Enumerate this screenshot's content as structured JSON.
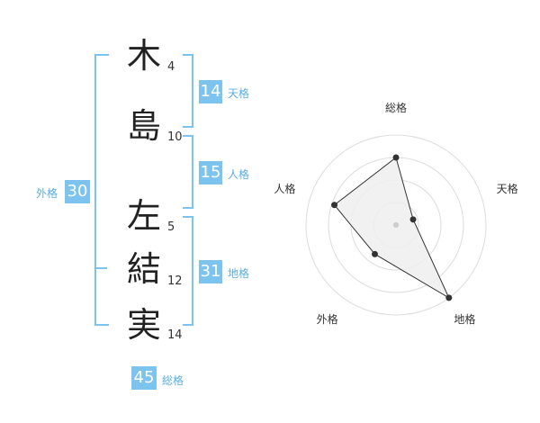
{
  "name_chars": [
    {
      "char": "木",
      "strokes": "4"
    },
    {
      "char": "島",
      "strokes": "10"
    },
    {
      "char": "左",
      "strokes": "5"
    },
    {
      "char": "結",
      "strokes": "12"
    },
    {
      "char": "実",
      "strokes": "14"
    }
  ],
  "fortunes": {
    "tenkaku": {
      "value": "14",
      "label": "天格"
    },
    "jinkaku": {
      "value": "15",
      "label": "人格"
    },
    "chikaku": {
      "value": "31",
      "label": "地格"
    },
    "gaikaku": {
      "value": "30",
      "label": "外格"
    },
    "soukaku": {
      "value": "45",
      "label": "総格"
    }
  },
  "colors": {
    "accent": "#7cc4ef",
    "accent_text": "#5aaee6",
    "text": "#222222",
    "grid": "#dddddd",
    "fill": "#eeeeee"
  },
  "chart_data": {
    "type": "radar",
    "axes": [
      "総格",
      "天格",
      "地格",
      "外格",
      "人格"
    ],
    "values": [
      0.75,
      0.2,
      1.0,
      0.4,
      0.72
    ],
    "rings": 4,
    "range": [
      0,
      1
    ]
  }
}
